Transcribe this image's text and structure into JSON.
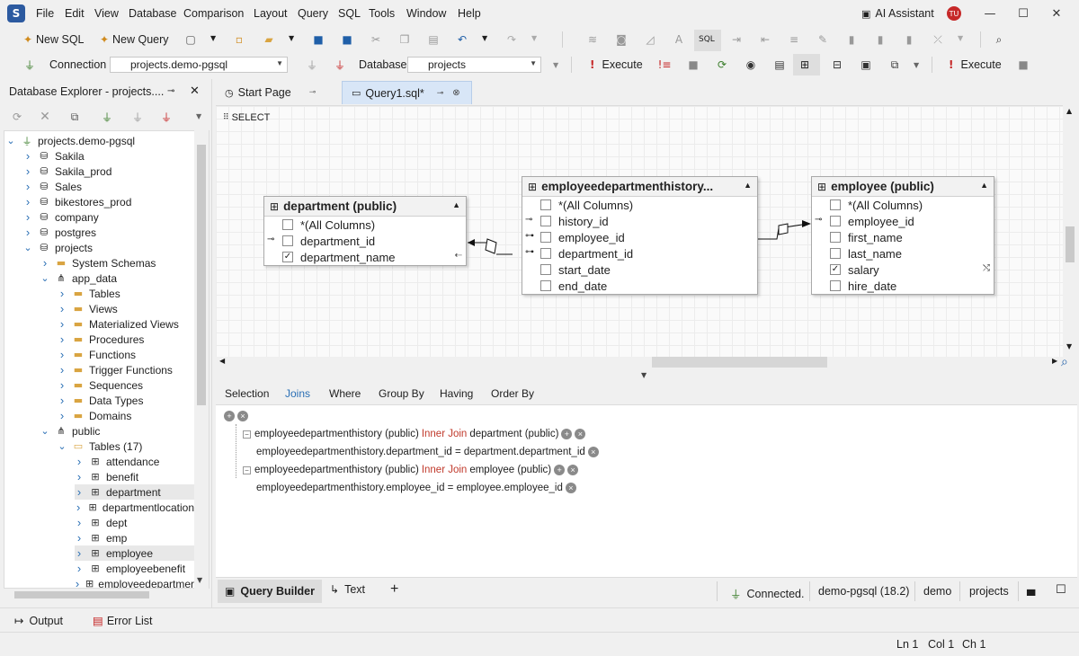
{
  "menu": [
    "File",
    "Edit",
    "View",
    "Database",
    "Comparison",
    "Layout",
    "Query",
    "SQL",
    "Tools",
    "Window",
    "Help"
  ],
  "ai_assistant": "AI Assistant",
  "user_initials": "TU",
  "toolbar": {
    "new_sql": "New SQL",
    "new_query": "New Query",
    "connection_label": "Connection",
    "connection_value": "projects.demo-pgsql",
    "database_label": "Database",
    "database_value": "projects",
    "execute": "Execute",
    "execute2": "Execute",
    "sql_icon_text": "SQL"
  },
  "explorer": {
    "title": "Database Explorer - projects....",
    "tree": [
      {
        "label": "projects.demo-pgsql",
        "level": 0,
        "icon": "plug",
        "chev": "open"
      },
      {
        "label": "Sakila",
        "level": 1,
        "icon": "db",
        "chev": "closed"
      },
      {
        "label": "Sakila_prod",
        "level": 1,
        "icon": "db",
        "chev": "closed"
      },
      {
        "label": "Sales",
        "level": 1,
        "icon": "db",
        "chev": "closed"
      },
      {
        "label": "bikestores_prod",
        "level": 1,
        "icon": "db",
        "chev": "closed"
      },
      {
        "label": "company",
        "level": 1,
        "icon": "db",
        "chev": "closed"
      },
      {
        "label": "postgres",
        "level": 1,
        "icon": "db",
        "chev": "closed"
      },
      {
        "label": "projects",
        "level": 1,
        "icon": "db",
        "chev": "open"
      },
      {
        "label": "System Schemas",
        "level": 2,
        "icon": "folder",
        "chev": "closed"
      },
      {
        "label": "app_data",
        "level": 2,
        "icon": "schema",
        "chev": "open"
      },
      {
        "label": "Tables",
        "level": 3,
        "icon": "folder",
        "chev": "closed"
      },
      {
        "label": "Views",
        "level": 3,
        "icon": "folder",
        "chev": "closed"
      },
      {
        "label": "Materialized Views",
        "level": 3,
        "icon": "folder",
        "chev": "closed"
      },
      {
        "label": "Procedures",
        "level": 3,
        "icon": "folder",
        "chev": "closed"
      },
      {
        "label": "Functions",
        "level": 3,
        "icon": "folder",
        "chev": "closed"
      },
      {
        "label": "Trigger Functions",
        "level": 3,
        "icon": "folder",
        "chev": "closed"
      },
      {
        "label": "Sequences",
        "level": 3,
        "icon": "folder",
        "chev": "closed"
      },
      {
        "label": "Data Types",
        "level": 3,
        "icon": "folder",
        "chev": "closed"
      },
      {
        "label": "Domains",
        "level": 3,
        "icon": "folder",
        "chev": "closed"
      },
      {
        "label": "public",
        "level": 2,
        "icon": "schema",
        "chev": "open"
      },
      {
        "label": "Tables (17)",
        "level": 3,
        "icon": "folder-open",
        "chev": "open"
      },
      {
        "label": "attendance",
        "level": 4,
        "icon": "table",
        "chev": "closed"
      },
      {
        "label": "benefit",
        "level": 4,
        "icon": "table",
        "chev": "closed"
      },
      {
        "label": "department",
        "level": 4,
        "icon": "table",
        "chev": "closed",
        "selected": true
      },
      {
        "label": "departmentlocation",
        "level": 4,
        "icon": "table",
        "chev": "closed"
      },
      {
        "label": "dept",
        "level": 4,
        "icon": "table",
        "chev": "closed"
      },
      {
        "label": "emp",
        "level": 4,
        "icon": "table",
        "chev": "closed"
      },
      {
        "label": "employee",
        "level": 4,
        "icon": "table",
        "chev": "closed",
        "selected": true
      },
      {
        "label": "employeebenefit",
        "level": 4,
        "icon": "table",
        "chev": "closed"
      },
      {
        "label": "employeedepartmer",
        "level": 4,
        "icon": "table",
        "chev": "closed"
      }
    ]
  },
  "tabs": {
    "start_page": "Start Page",
    "query": "Query1.sql*"
  },
  "canvas": {
    "select_label": "SELECT",
    "entities": {
      "department": {
        "title": "department (public)",
        "columns": [
          {
            "name": "*(All Columns)",
            "checked": false,
            "key": ""
          },
          {
            "name": "department_id",
            "checked": false,
            "key": "pk"
          },
          {
            "name": "department_name",
            "checked": true,
            "key": ""
          }
        ]
      },
      "edh": {
        "title": "employeedepartmenthistory...",
        "columns": [
          {
            "name": "*(All Columns)",
            "checked": false,
            "key": ""
          },
          {
            "name": "history_id",
            "checked": false,
            "key": "pk"
          },
          {
            "name": "employee_id",
            "checked": false,
            "key": "fk"
          },
          {
            "name": "department_id",
            "checked": false,
            "key": "fk"
          },
          {
            "name": "start_date",
            "checked": false,
            "key": ""
          },
          {
            "name": "end_date",
            "checked": false,
            "key": ""
          }
        ]
      },
      "employee": {
        "title": "employee (public)",
        "columns": [
          {
            "name": "*(All Columns)",
            "checked": false,
            "key": ""
          },
          {
            "name": "employee_id",
            "checked": false,
            "key": "pk"
          },
          {
            "name": "first_name",
            "checked": false,
            "key": ""
          },
          {
            "name": "last_name",
            "checked": false,
            "key": ""
          },
          {
            "name": "salary",
            "checked": true,
            "key": ""
          },
          {
            "name": "hire_date",
            "checked": false,
            "key": ""
          }
        ]
      }
    }
  },
  "subtabs": [
    "Selection",
    "Joins",
    "Where",
    "Group By",
    "Having",
    "Order By"
  ],
  "joins": [
    {
      "left": "employeedepartmenthistory (public)",
      "kw": "Inner Join",
      "right": "department (public)",
      "cond": "employeedepartmenthistory.department_id = department.department_id"
    },
    {
      "left": "employeedepartmenthistory (public)",
      "kw": "Inner Join",
      "right": "employee (public)",
      "cond": "employeedepartmenthistory.employee_id = employee.employee_id"
    }
  ],
  "view_tabs": {
    "builder": "Query Builder",
    "text": "Text",
    "add": "+"
  },
  "status": {
    "connected": "Connected.",
    "server": "demo-pgsql (18.2)",
    "user": "demo",
    "database": "projects"
  },
  "output": {
    "output": "Output",
    "error_list": "Error List"
  },
  "cursor": {
    "ln": "Ln 1",
    "col": "Col 1",
    "ch": "Ch 1"
  }
}
